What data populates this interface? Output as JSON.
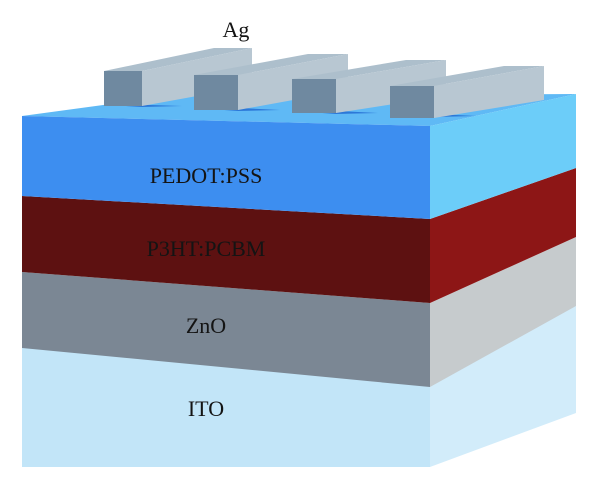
{
  "layers": [
    {
      "key": "ito",
      "label": "ITO",
      "front_color": "#c2e5f8",
      "side_color": "#d2ecfa"
    },
    {
      "key": "zno",
      "label": "ZnO",
      "front_color": "#7b8794",
      "side_color": "#c6cbcd"
    },
    {
      "key": "p3ht",
      "label": "P3HT:PCBM",
      "front_color": "#5d1111",
      "side_color": "#8d1616"
    },
    {
      "key": "pedot",
      "label": "PEDOT:PSS",
      "front_color": "#3d8ef0",
      "side_color": "#6ccdf9",
      "top_color": "#5fb9f5",
      "groove_color": "#2c78d8"
    }
  ],
  "electrode": {
    "label": "Ag",
    "count": 4,
    "front_color": "#6f89a0",
    "top_color": "#adbfcc",
    "side_color": "#b8c7d2"
  }
}
